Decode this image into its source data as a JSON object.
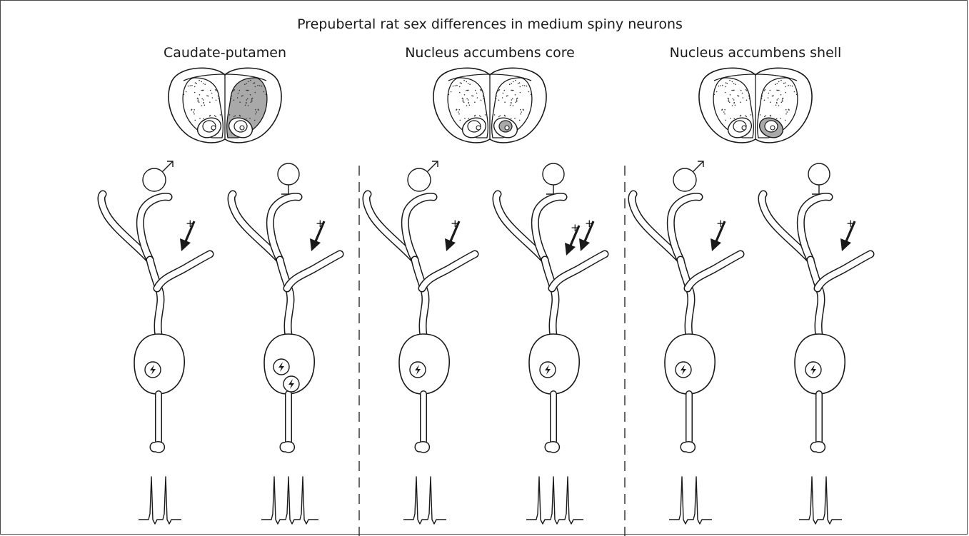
{
  "title": "Prepubertal rat sex differences in medium spiny neurons",
  "panels": [
    {
      "region": "Caudate-putamen",
      "shaded_region": "caudate-putamen",
      "groups": [
        {
          "sex": "male",
          "sex_symbol": "♂",
          "excitatory_inputs": 1,
          "excitability_markers": 1,
          "spikes": 2
        },
        {
          "sex": "female",
          "sex_symbol": "♀",
          "excitatory_inputs": 1,
          "excitability_markers": 2,
          "spikes": 3
        }
      ]
    },
    {
      "region": "Nucleus accumbens core",
      "shaded_region": "accumbens-core",
      "groups": [
        {
          "sex": "male",
          "sex_symbol": "♂",
          "excitatory_inputs": 1,
          "excitability_markers": 1,
          "spikes": 2
        },
        {
          "sex": "female",
          "sex_symbol": "♀",
          "excitatory_inputs": 2,
          "excitability_markers": 1,
          "spikes": 3
        }
      ]
    },
    {
      "region": "Nucleus accumbens shell",
      "shaded_region": "accumbens-shell",
      "groups": [
        {
          "sex": "male",
          "sex_symbol": "♂",
          "excitatory_inputs": 1,
          "excitability_markers": 1,
          "spikes": 2
        },
        {
          "sex": "female",
          "sex_symbol": "♀",
          "excitatory_inputs": 1,
          "excitability_markers": 1,
          "spikes": 2
        }
      ]
    }
  ],
  "input_sign": "+",
  "colors": {
    "stroke": "#1a1a1a",
    "shade": "#a9a9a9",
    "stipple": "#333333"
  },
  "icons": {
    "excitability": "lightning-bolt-icon",
    "input": "arrow-icon"
  }
}
